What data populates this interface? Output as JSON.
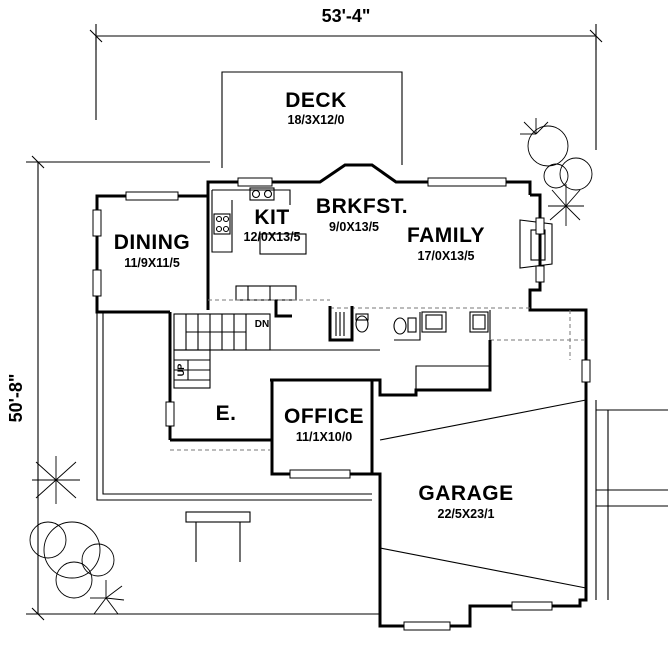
{
  "plan": {
    "overall_width": "53'-4\"",
    "overall_depth": "50'-8\"",
    "rooms": {
      "deck": {
        "name": "DECK",
        "size": "18/3X12/0"
      },
      "brkfst": {
        "name": "BRKFST.",
        "size": "9/0X13/5"
      },
      "kit": {
        "name": "KIT",
        "size": "12/0X13/5"
      },
      "dining": {
        "name": "DINING",
        "size": "11/9X11/5"
      },
      "family": {
        "name": "FAMILY",
        "size": "17/0X13/5"
      },
      "entry": {
        "name": "E."
      },
      "office": {
        "name": "OFFICE",
        "size": "11/1X10/0"
      },
      "garage": {
        "name": "GARAGE",
        "size": "22/5X23/1"
      }
    },
    "stair_down": "DN",
    "stair_up": "UP"
  }
}
